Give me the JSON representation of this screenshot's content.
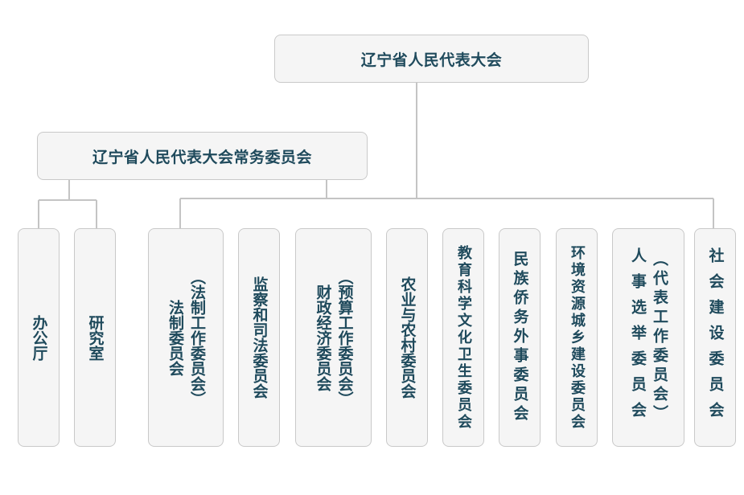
{
  "diagram": {
    "root": {
      "label": "辽宁省人民代表大会"
    },
    "standing_committee": {
      "label": "辽宁省人民代表大会常务委员会"
    },
    "offices": [
      {
        "id": "general-office",
        "lines": [
          "办公厅"
        ]
      },
      {
        "id": "research-office",
        "lines": [
          "研究室"
        ]
      }
    ],
    "committees": [
      {
        "id": "legal",
        "lines": [
          "（法制工作委员会）",
          "法制委员会"
        ]
      },
      {
        "id": "supervisory-judicial",
        "lines": [
          "监察和司法委员会"
        ]
      },
      {
        "id": "financial-economic",
        "lines": [
          "（预算工作委员会）",
          "财政经济委员会"
        ]
      },
      {
        "id": "agriculture-rural",
        "lines": [
          "农业与农村委员会"
        ]
      },
      {
        "id": "education-science-culture-health",
        "lines": [
          "教育科学文化卫生委员会"
        ]
      },
      {
        "id": "ethnic-overseas-foreign",
        "lines": [
          "民族侨务外事委员会"
        ]
      },
      {
        "id": "environment-urban-rural",
        "lines": [
          "环境资源城乡建设委员会"
        ]
      },
      {
        "id": "personnel-election",
        "lines": [
          "（代表工作委员会）",
          "人事选举委员会"
        ]
      },
      {
        "id": "social-development",
        "lines": [
          "社会建设委员会"
        ]
      }
    ],
    "colors": {
      "text": "#1f4a5c",
      "box_fill": "#f5f5f5",
      "box_border": "#c9c9c9",
      "connector": "#c4c4c4"
    }
  }
}
